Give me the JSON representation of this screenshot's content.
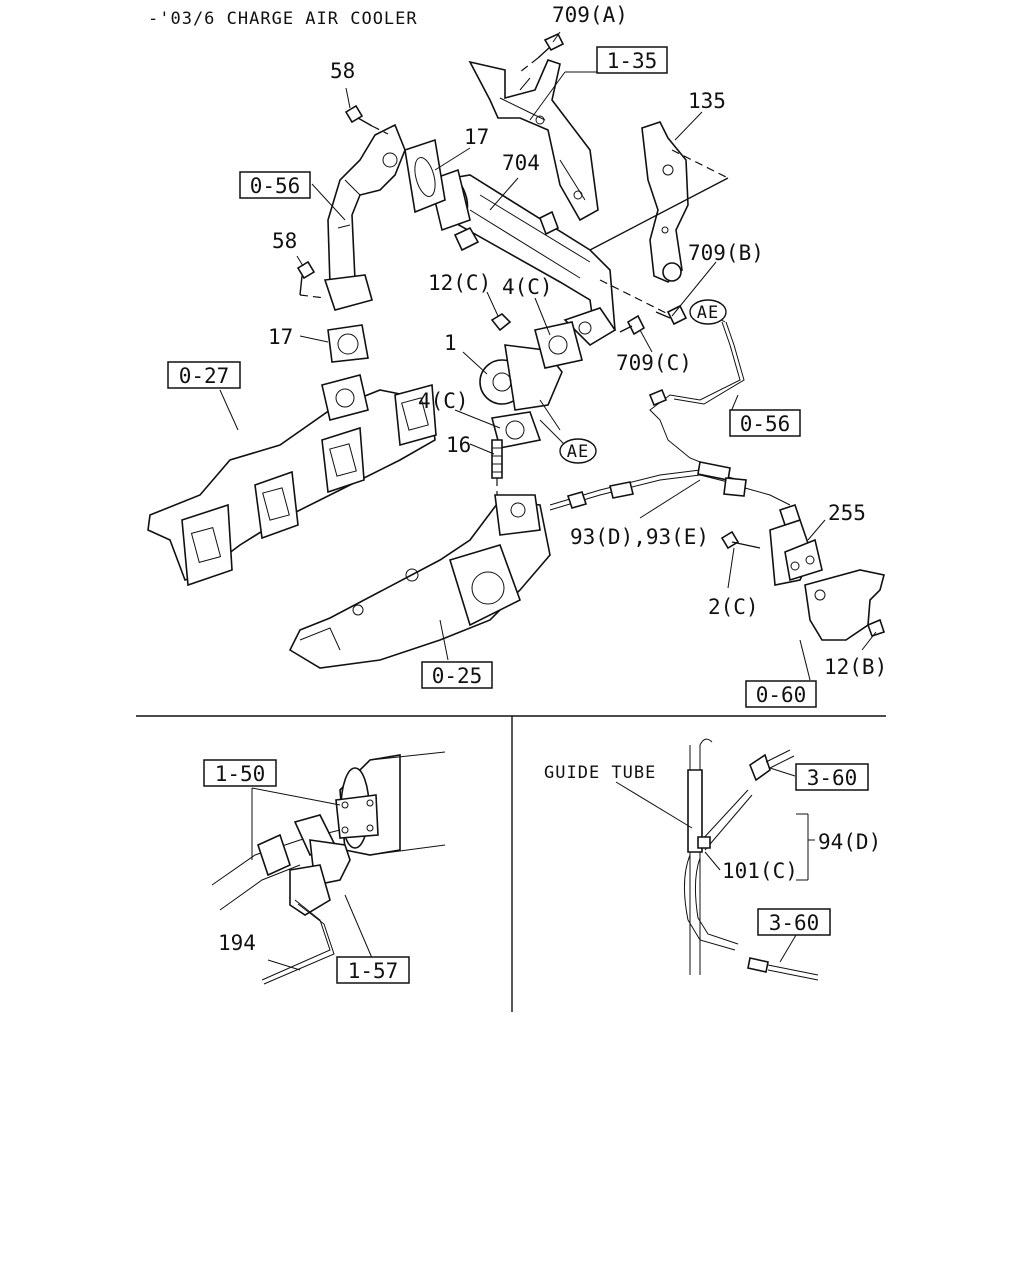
{
  "header": {
    "title": "-'03/6 CHARGE AIR COOLER"
  },
  "labels": {
    "l709a": "709(A)",
    "l58a": "58",
    "l135": "135",
    "l17a": "17",
    "l704": "704",
    "l58b": "58",
    "l709b": "709(B)",
    "l12c": "12(C)",
    "l4c_top": "4(C)",
    "l17b": "17",
    "l1": "1",
    "l709c": "709(C)",
    "l4c_bot": "4(C)",
    "l16": "16",
    "l93": "93(D),93(E)",
    "l255": "255",
    "l2c": "2(C)",
    "l12b": "12(B)",
    "guide_tube": "GUIDE TUBE",
    "l94d": "94(D)",
    "l101c": "101(C)",
    "l194": "194"
  },
  "refs": {
    "r1_35": "1-35",
    "r0_56_left": "0-56",
    "r0_27": "0-27",
    "r0_56_right": "0-56",
    "r0_25": "0-25",
    "r0_60": "0-60",
    "r1_50": "1-50",
    "r1_57": "1-57",
    "r3_60_top": "3-60",
    "r3_60_bot": "3-60"
  },
  "connectors": {
    "ae_top": "AE",
    "ae_mid": "AE"
  }
}
